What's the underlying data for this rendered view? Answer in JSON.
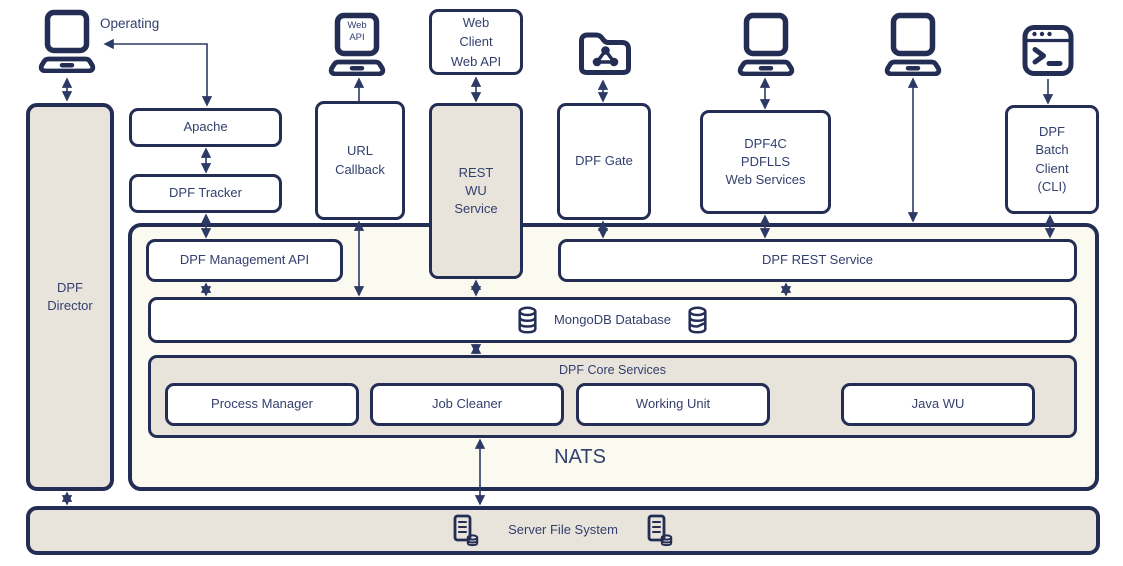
{
  "colors": {
    "navy": "#242e54",
    "arrow": "#2e3a66",
    "text": "#33406e",
    "beige": "#e9e4db",
    "pale": "#fafaf1",
    "white": "#ffffff"
  },
  "clients": {
    "operating_label": "Operating",
    "web_api_laptop_line1": "Web",
    "web_api_laptop_line2": "API",
    "web_client_box": "Web\nClient\nWeb API"
  },
  "nodes": {
    "apache": "Apache",
    "dpf_tracker": "DPF Tracker",
    "url_callback": "URL\nCallback",
    "rest_wu_service": "REST\nWU\nService",
    "dpf_gate": "DPF Gate",
    "dpf4c": "DPF4C\nPDFLLS\nWeb Services",
    "dpf_batch_client": "DPF\nBatch\nClient\n(CLI)",
    "dpf_director": "DPF\nDirector"
  },
  "nats": {
    "label": "NATS",
    "management_api": "DPF Management API",
    "rest_service": "DPF REST Service",
    "mongodb": "MongoDB Database",
    "core": {
      "label": "DPF Core Services",
      "items": [
        "Process Manager",
        "Job Cleaner",
        "Working Unit",
        "Java WU"
      ]
    }
  },
  "storage": {
    "server_file_system": "Server File System"
  },
  "icons": [
    "laptop-icon",
    "web-api-laptop-icon",
    "shared-folder-icon",
    "terminal-icon",
    "database-icon",
    "server-database-icon"
  ]
}
